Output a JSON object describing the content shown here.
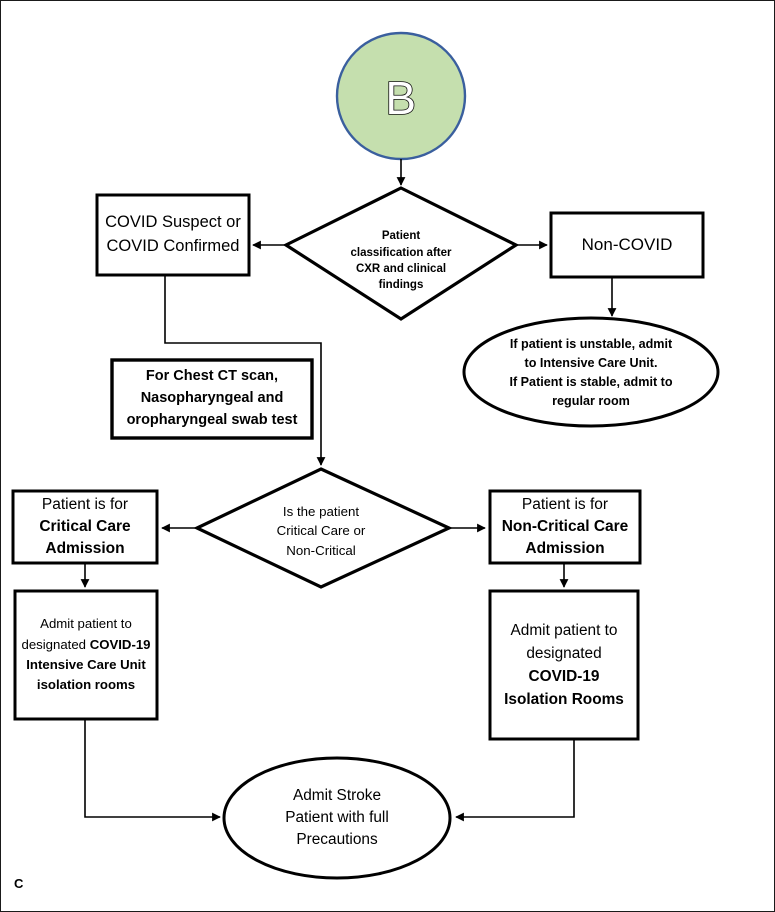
{
  "figure": {
    "panel_letter": "C",
    "background_color": "#ffffff",
    "frame_border_color": "#1a1a1a",
    "line_color": "#000000"
  },
  "nodes": {
    "start_circle": {
      "label": "B",
      "shape": "circle",
      "fill_color": "#c5dfae",
      "stroke_color": "#3a5f9e"
    },
    "decision_classification": {
      "shape": "diamond",
      "lines": [
        "Patient",
        "classification after",
        "CXR and clinical",
        "findings"
      ]
    },
    "box_covid_suspect": {
      "shape": "rect",
      "lines": [
        "COVID Suspect or",
        "COVID Confirmed"
      ]
    },
    "box_non_covid": {
      "shape": "rect",
      "lines": [
        "Non-COVID"
      ]
    },
    "ellipse_non_covid_disposition": {
      "shape": "ellipse",
      "lines": [
        "If patient is unstable, admit",
        "to Intensive Care Unit.",
        "If Patient is stable, admit to",
        "regular room"
      ]
    },
    "box_chest_ct": {
      "shape": "rect",
      "lines": [
        "For Chest CT scan,",
        "Nasopharyngeal and",
        "oropharyngeal swab test"
      ]
    },
    "decision_critical": {
      "shape": "diamond",
      "lines": [
        "Is the patient",
        "Critical Care or",
        "Non-Critical"
      ]
    },
    "box_critical_care": {
      "shape": "rect",
      "line_regular": "Patient is for",
      "line_bold_1": "Critical Care",
      "line_bold_2": "Admission"
    },
    "box_non_critical_care": {
      "shape": "rect",
      "line_regular": "Patient is for",
      "line_bold_1": "Non-Critical Care",
      "line_bold_2": "Admission"
    },
    "box_admit_icu": {
      "shape": "rect",
      "line_1_regular": "Admit patient to",
      "line_2_regular": "designated ",
      "line_2_bold": "COVID-19",
      "line_3_bold": "Intensive Care Unit",
      "line_4_bold": "isolation rooms"
    },
    "box_admit_isolation": {
      "shape": "rect",
      "line_1_regular": "Admit patient to",
      "line_2_regular": "designated",
      "line_3_bold": "COVID-19",
      "line_4_bold": "Isolation Rooms"
    },
    "ellipse_final": {
      "shape": "ellipse",
      "lines": [
        "Admit Stroke",
        "Patient with full",
        "Precautions"
      ]
    }
  }
}
